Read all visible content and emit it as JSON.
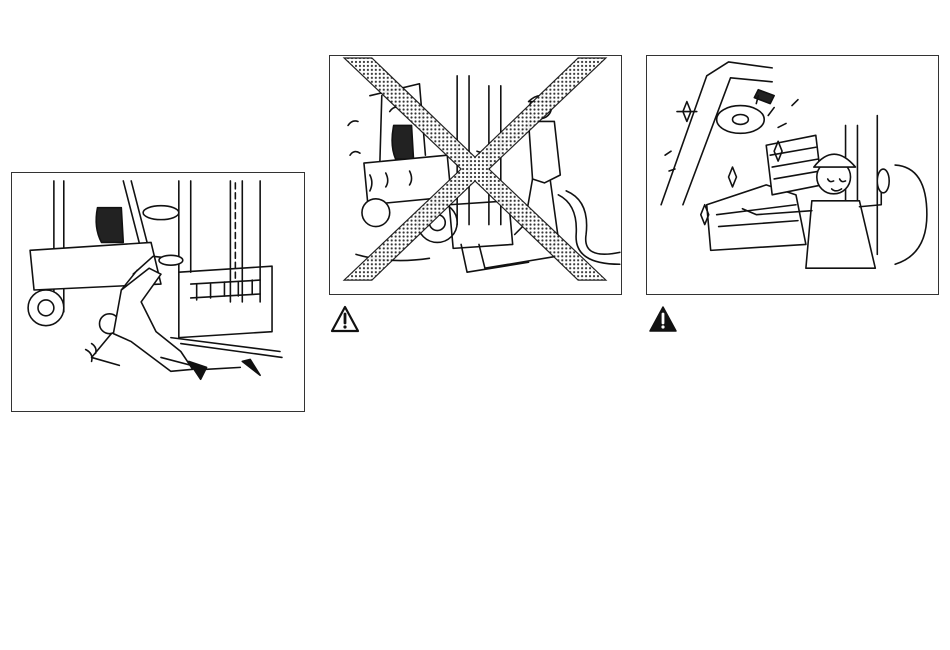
{
  "illustrations": [
    {
      "id": "panel-crawl-under-forks",
      "icon": "worker-crawling-under-raised-forks-illustration"
    },
    {
      "id": "panel-washing-prohibited",
      "icon": "washing-forklift-prohibited-illustration",
      "mark": "cross-out"
    },
    {
      "id": "panel-clean-operator-seat",
      "icon": "clean-operator-compartment-illustration"
    }
  ],
  "warning_icons": [
    {
      "icon": "caution-triangle-icon",
      "style": "outline",
      "color": "#111111"
    },
    {
      "icon": "warning-triangle-icon",
      "style": "filled",
      "color": "#111111"
    }
  ]
}
